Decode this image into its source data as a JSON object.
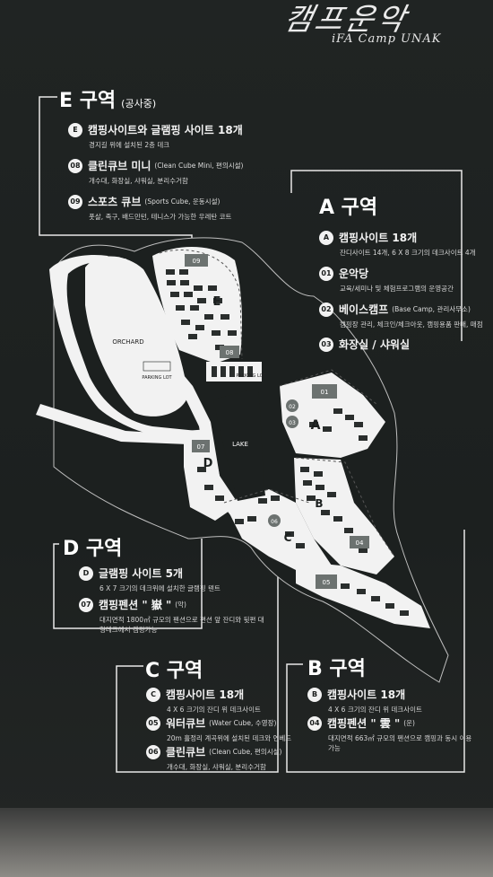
{
  "brand": {
    "script": "캠프운악",
    "subtitle": "iFA Camp UNAK"
  },
  "zones": {
    "E": {
      "title": "E 구역",
      "status": "(공사중)",
      "entries": [
        {
          "badge": "E",
          "title": "캠핑사이트와 글램핑 사이트 18개",
          "note": "",
          "desc": "경지길 위에 설치된 2층 데크"
        },
        {
          "badge": "08",
          "title": "클린큐브 미니",
          "note": "(Clean Cube Mini, 편의시설)",
          "desc": "개수대, 화장실, 샤워실, 분리수거함"
        },
        {
          "badge": "09",
          "title": "스포츠 큐브",
          "note": "(Sports Cube, 운동시설)",
          "desc": "풋살, 족구, 배드민턴, 테니스가 가능한 우레탄 코트"
        }
      ]
    },
    "A": {
      "title": "A 구역",
      "entries": [
        {
          "badge": "A",
          "title": "캠핑사이트 18개",
          "note": "",
          "desc": "잔디사이트 14개, 6 X 8 크기의 데크사이트 4개"
        },
        {
          "badge": "01",
          "title": "운악당",
          "note": "",
          "desc": "교육/세미나 및 체험프로그램의 운영공간"
        },
        {
          "badge": "02",
          "title": "베이스캠프",
          "note": "(Base Camp, 관리사무소)",
          "desc": "캠핑장 관리, 체크인/체크아웃, 캠핑용품 판매, 매점"
        },
        {
          "badge": "03",
          "title": "화장실 / 샤워실",
          "note": "",
          "desc": ""
        }
      ]
    },
    "D": {
      "title": "D 구역",
      "entries": [
        {
          "badge": "D",
          "title": "글램핑 사이트 5개",
          "note": "",
          "desc": "6 X 7 크기의 데크위에 설치한 글램핑 텐트"
        },
        {
          "badge": "07",
          "title": "캠핑펜션 \" 嶽 \"",
          "note": "(악)",
          "desc": "대지면적 1800㎡ 규모의 펜션으로 편션 앞 잔디와 뒷편 대형데크에서 캠핑가능"
        }
      ]
    },
    "C": {
      "title": "C 구역",
      "entries": [
        {
          "badge": "C",
          "title": "캠핑사이트 18개",
          "note": "",
          "desc": "4 X 6 크기의 잔디 위 데크사이트"
        },
        {
          "badge": "05",
          "title": "워터큐브",
          "note": "(Water Cube, 수영장)",
          "desc": "20m 흘정리 계곡위에 설치된 데크와 연베드"
        },
        {
          "badge": "06",
          "title": "클린큐브",
          "note": "(Clean Cube, 편의시설)",
          "desc": "개수대, 화장실, 샤워실, 분리수거함"
        }
      ]
    },
    "B": {
      "title": "B 구역",
      "entries": [
        {
          "badge": "B",
          "title": "캠핑사이트 18개",
          "note": "",
          "desc": "4 X 6 크기의 잔디 위 데크사이트"
        },
        {
          "badge": "04",
          "title": "캠핑펜션 \" 雲 \"",
          "note": "(운)",
          "desc": "대지면적 663㎡ 규모의 펜션으로 캠핑과 동시 이용가능"
        }
      ]
    }
  },
  "map": {
    "labels": {
      "orchard": "ORCHARD",
      "parking1": "PARKING LOT",
      "parking2": "PARKING LOT",
      "lake": "LAKE",
      "zoneA": "A",
      "zoneB": "B",
      "zoneC": "C",
      "zoneD": "D",
      "zoneE": "E"
    },
    "markers": [
      "09",
      "08",
      "01",
      "02",
      "03",
      "07",
      "06",
      "04",
      "05"
    ]
  }
}
